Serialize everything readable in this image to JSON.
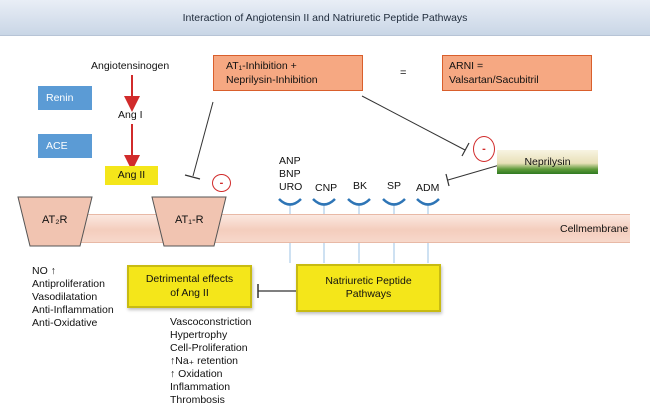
{
  "title": "Interaction of Angiotensin II and Natriuretic Peptide Pathways",
  "cascade": {
    "angiotensinogen": "Angiotensinogen",
    "ang1": "Ang I",
    "ang2": "Ang II",
    "renin": "Renin",
    "ace": "ACE"
  },
  "inhibition_box": {
    "line1": "AT₁-Inhibition +",
    "line2": "Neprilysin-Inhibition"
  },
  "equals": "=",
  "arni_box": {
    "line1": "ARNI =",
    "line2": "Valsartan/Sacubitril"
  },
  "minus": "-",
  "neprilysin": "Neprilysin",
  "receptors": {
    "at2": "AT₂R",
    "at1": "AT₁-R"
  },
  "peptides": {
    "anp_group": [
      "ANP",
      "BNP",
      "URO"
    ],
    "cnp": "CNP",
    "bk": "BK",
    "sp": "SP",
    "adm": "ADM"
  },
  "membrane_label": "Cellmembrane",
  "at2_effects": [
    "NO ↑",
    "Antiproliferation",
    "Vasodilatation",
    "Anti-Inflammation",
    "Anti-Oxidative"
  ],
  "detrimental_box": {
    "line1": "Detrimental effects",
    "line2": "of Ang II"
  },
  "natriuretic_box": {
    "line1": "Natriuretic Peptide",
    "line2": "Pathways"
  },
  "detrimental_effects": [
    "Vascoconstriction",
    "Hypertrophy",
    "Cell-Proliferation",
    "↑Na₊ retention",
    "↑ Oxidation",
    "Inflammation",
    "Thrombosis"
  ],
  "colors": {
    "header": "#d3deeb",
    "blue_box": "#5b9bd5",
    "yellow_box": "#f4e61a",
    "orange_box": "#f6a882",
    "arrow_red": "#d12b2b",
    "membrane": "#f4cdbd",
    "receptor": "#f1c4b1"
  }
}
